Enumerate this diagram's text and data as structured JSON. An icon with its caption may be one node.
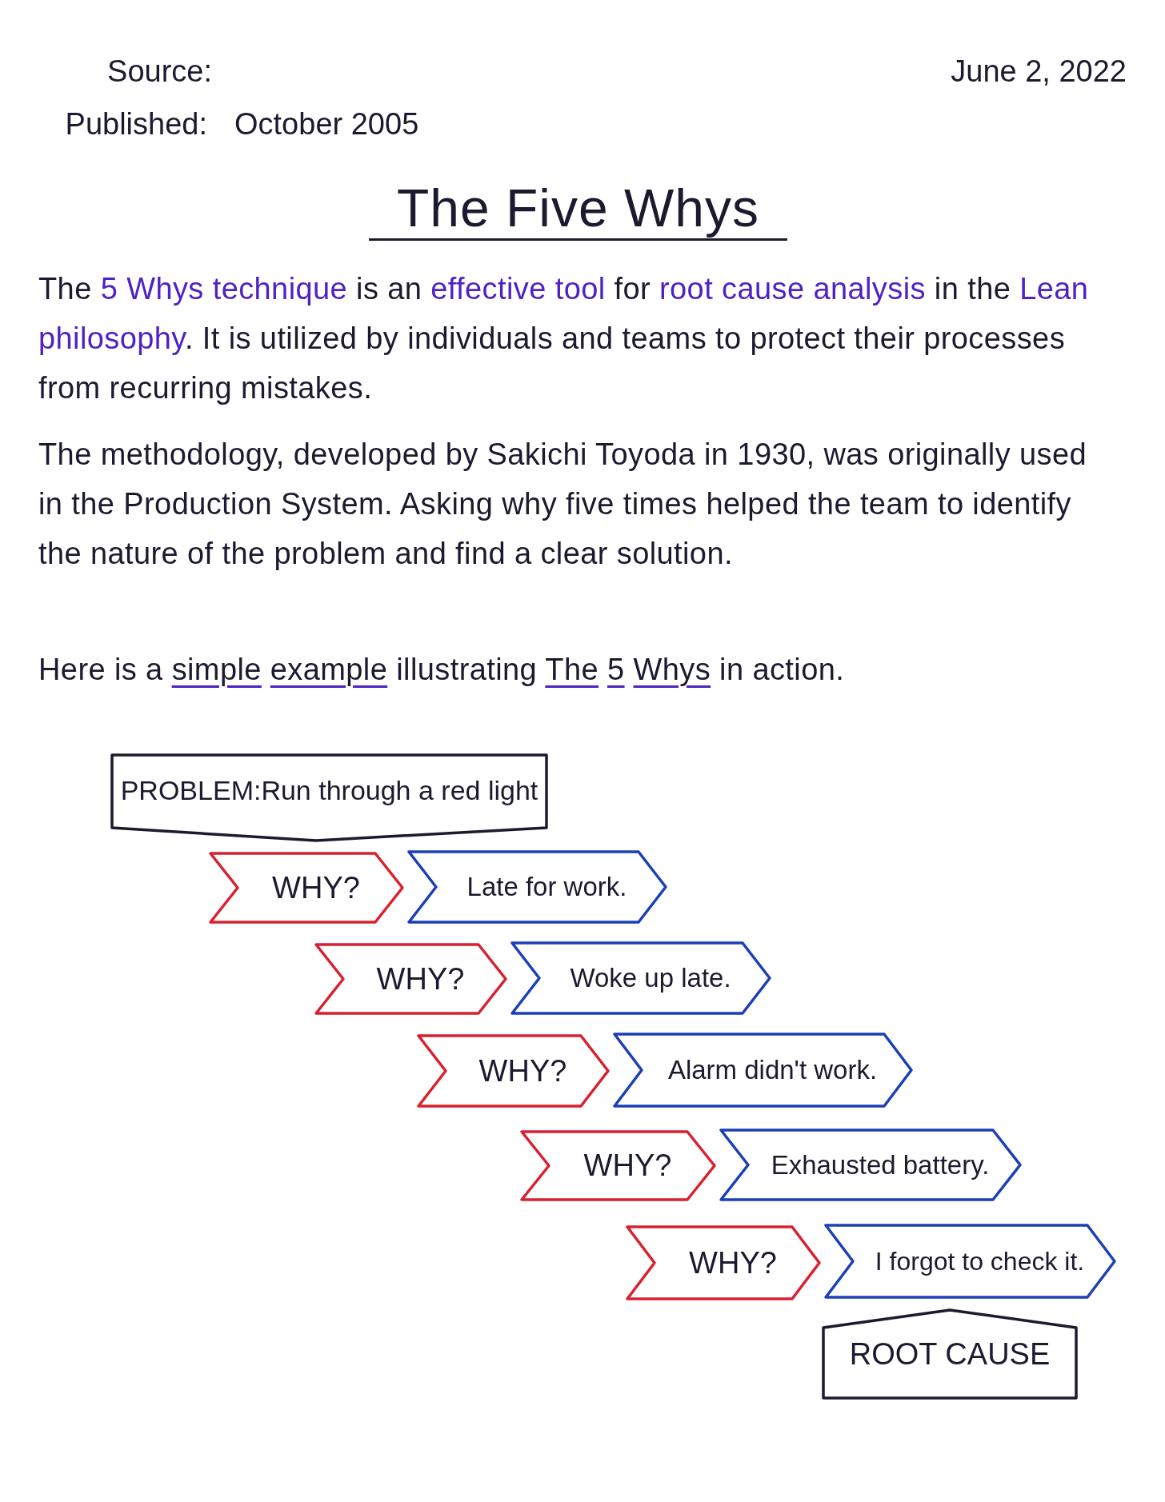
{
  "diagram": {
    "title": "The Five Whys",
    "nodes": [
      {
        "text": [
          "PROBLEM:Run through a red light"
        ]
      },
      {
        "text": [
          "WHY?"
        ]
      },
      {
        "text": [
          "Late for work."
        ]
      },
      {
        "text": [
          "WHY?"
        ]
      },
      {
        "text": [
          "Woke up late."
        ]
      },
      {
        "text": [
          "WHY?"
        ]
      },
      {
        "text": [
          "Alarm didn't work."
        ]
      },
      {
        "text": [
          "WHY?"
        ]
      },
      {
        "text": [
          "Exhausted battery."
        ]
      },
      {
        "text": [
          "WHY?"
        ]
      },
      {
        "text": [
          "I forgot to check it."
        ]
      },
      {
        "text": [
          "ROOT CAUSE"
        ]
      }
    ],
    "labels": [
      "Source:",
      "June 2, 2022",
      "Published:",
      "October 2005",
      "The **5 Whys technique** is an **effective tool** for **root cause analysis** in the **Lean philosophy**. It is utilized by individuals and teams to protect their processes from recurring mistakes.",
      "The methodology, developed by Sakichi Toyoda in 1930, was originally used in the Production System. Asking why five times helped the team to identify the nature of the problem and find a clear solution.",
      "Here is a *simple* *example* illustrating *The* *5* *Whys* in action."
    ]
  }
}
